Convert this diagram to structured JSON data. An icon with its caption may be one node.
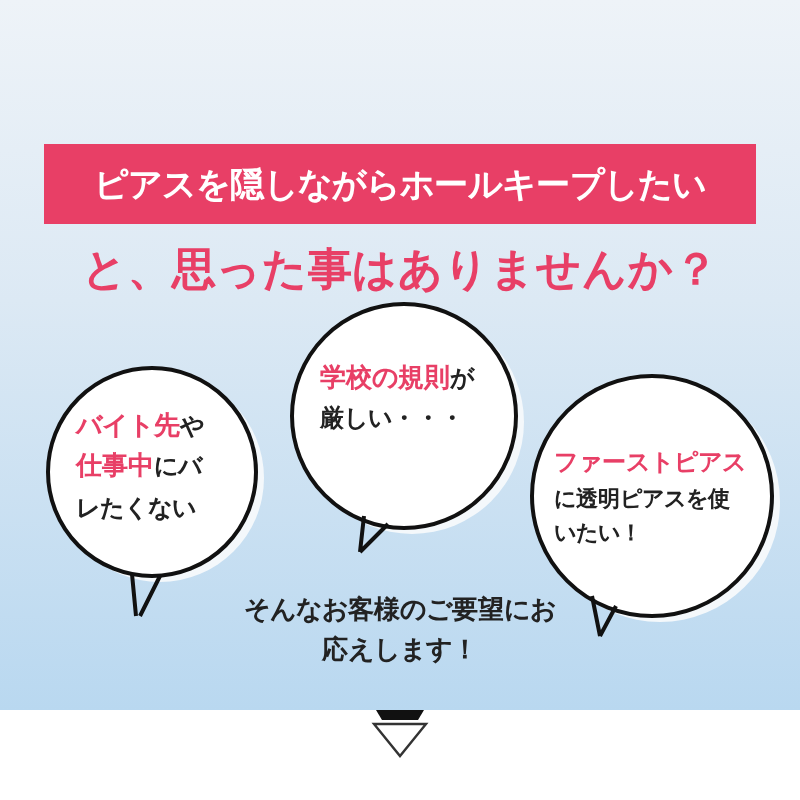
{
  "diagram": {
    "nodes": [
      {
        "text": [
          "ピアスを隠しながらホールキープしたい"
        ]
      },
      {
        "text": [
          "**バイト先**や**仕事中**にバレたくない"
        ]
      },
      {
        "text": [
          "**学校の規則**が厳しい・・・"
        ]
      },
      {
        "text": [
          "**ファーストピアス**に透明ピアスを使いたい！"
        ]
      }
    ],
    "labels": [
      "と、思った事はありませんか？",
      "そんなお客様のご要望にお応えします！"
    ]
  }
}
